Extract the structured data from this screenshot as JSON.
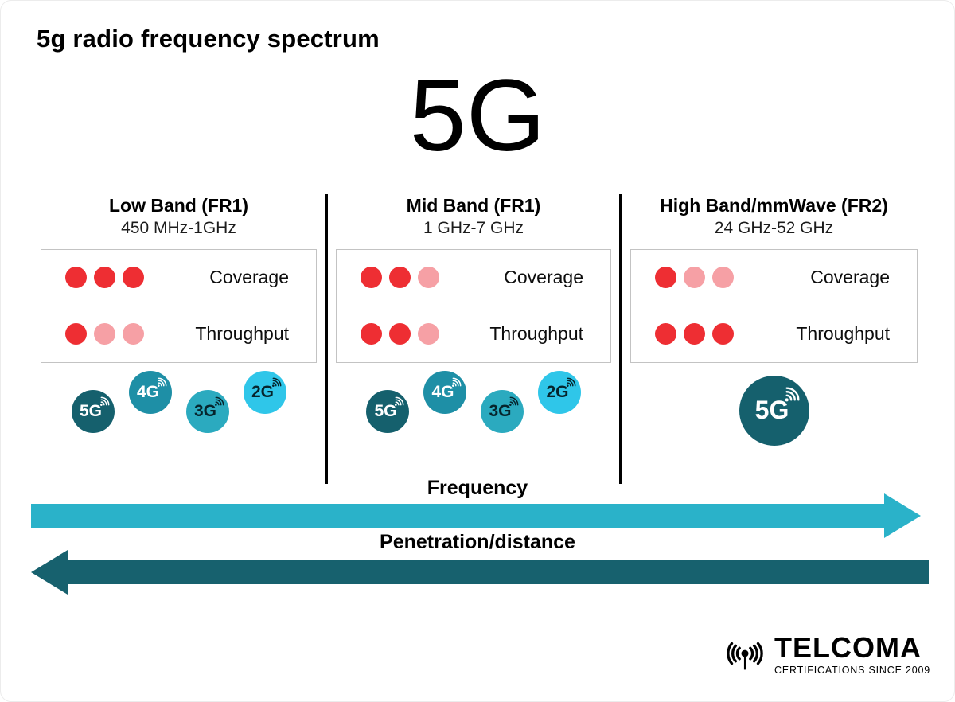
{
  "header": {
    "title": "5g radio frequency spectrum",
    "hero": "5G"
  },
  "bands": [
    {
      "name": "Low Band (FR1)",
      "range": "450 MHz-1GHz",
      "metrics": [
        {
          "label": "Coverage",
          "dots": [
            "full",
            "full",
            "full"
          ]
        },
        {
          "label": "Throughput",
          "dots": [
            "full",
            "fade",
            "fade"
          ]
        }
      ],
      "generations": [
        {
          "label": "5G"
        },
        {
          "label": "4G"
        },
        {
          "label": "3G"
        },
        {
          "label": "2G"
        }
      ]
    },
    {
      "name": "Mid Band (FR1)",
      "range": "1 GHz-7 GHz",
      "metrics": [
        {
          "label": "Coverage",
          "dots": [
            "full",
            "full",
            "fade"
          ]
        },
        {
          "label": "Throughput",
          "dots": [
            "full",
            "full",
            "fade"
          ]
        }
      ],
      "generations": [
        {
          "label": "5G"
        },
        {
          "label": "4G"
        },
        {
          "label": "3G"
        },
        {
          "label": "2G"
        }
      ]
    },
    {
      "name": "High Band/mmWave (FR2)",
      "range": "24 GHz-52 GHz",
      "metrics": [
        {
          "label": "Coverage",
          "dots": [
            "full",
            "fade",
            "fade"
          ]
        },
        {
          "label": "Throughput",
          "dots": [
            "full",
            "full",
            "full"
          ]
        }
      ],
      "generations": [
        {
          "label": "5G"
        }
      ]
    }
  ],
  "axes": [
    {
      "label": "Frequency",
      "direction": "right",
      "color": "#2ab2c9"
    },
    {
      "label": "Penetration/distance",
      "direction": "left",
      "color": "#17616e"
    }
  ],
  "colors": {
    "dot_full": "#ee2e33",
    "dot_fade": "#f6a0a5",
    "gen_5g": "#15606d",
    "gen_4g": "#1e8fa6",
    "gen_3g": "#2baabf",
    "gen_2g": "#2fc6e9"
  },
  "logo": {
    "brand": "TELCOMA",
    "tagline": "CERTIFICATIONS SINCE 2009"
  }
}
